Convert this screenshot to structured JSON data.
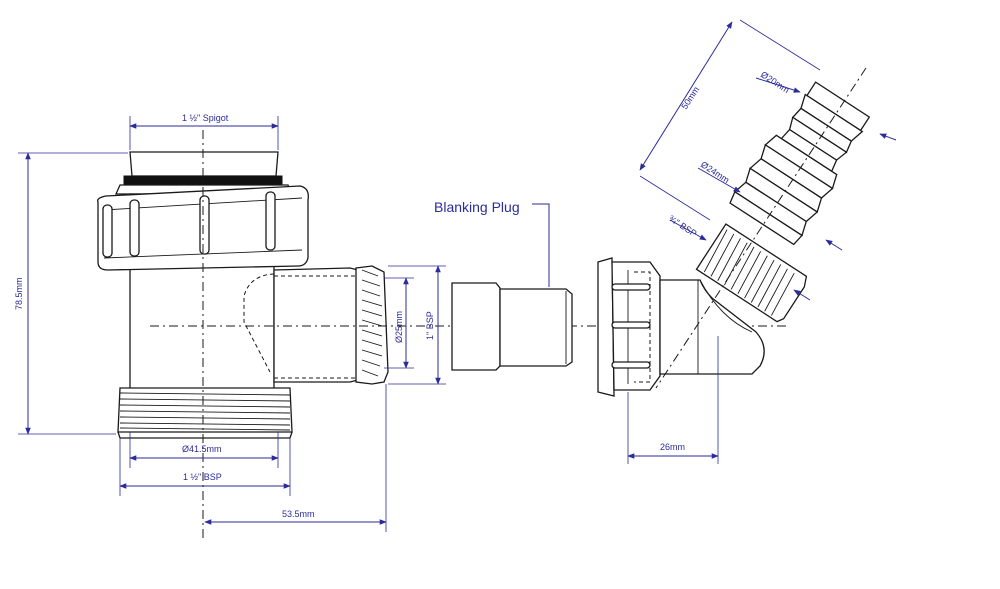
{
  "labels": {
    "blanking_plug": "Blanking Plug"
  },
  "dimensions": {
    "spigot": "1 ½\" Spigot",
    "height": "78.5mm",
    "dia_41": "Ø41.5mm",
    "bsp_15": "1 ½\" BSP",
    "offset": "53.5mm",
    "dia_25": "Ø25mm",
    "bsp_1": "1\" BSP",
    "dia_20": "Ø20mm",
    "len_50": "50mm",
    "dia_24": "Ø24mm",
    "bsp_34": "¾\" BSP",
    "len_26": "26mm"
  },
  "colors": {
    "dimension": "#2b2b9a",
    "line": "#1a1a1a"
  }
}
